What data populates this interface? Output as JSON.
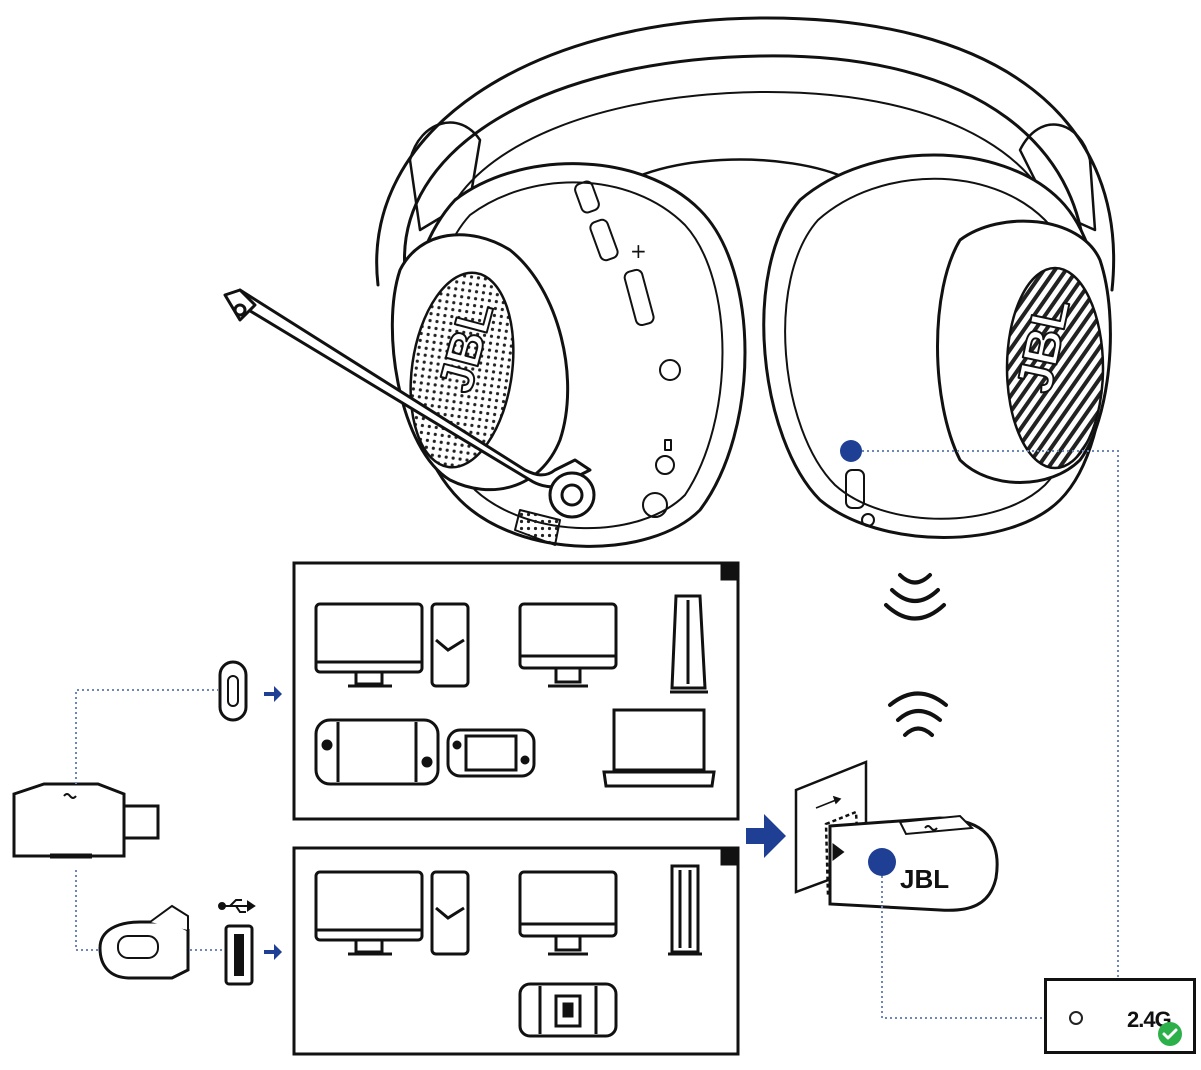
{
  "headset": {
    "left_logo": "JBL",
    "right_logo": "JBL"
  },
  "dongle": {
    "brand": "JBL"
  },
  "status": {
    "label": "2.4G",
    "indicator_color": "#2bb04a"
  },
  "colors": {
    "accent_blue": "#1f3f95",
    "line": "#111111",
    "dotted_connector": "#6e86b8"
  },
  "device_groups": [
    {
      "port": "usb-c",
      "devices": [
        "desktop-pc",
        "pc-tower",
        "monitor",
        "playstation-console",
        "nintendo-switch",
        "nintendo-switch-lite",
        "laptop"
      ]
    },
    {
      "port": "usb-a",
      "devices": [
        "desktop-pc",
        "pc-tower",
        "monitor",
        "playstation-console",
        "switch-dock"
      ]
    }
  ]
}
